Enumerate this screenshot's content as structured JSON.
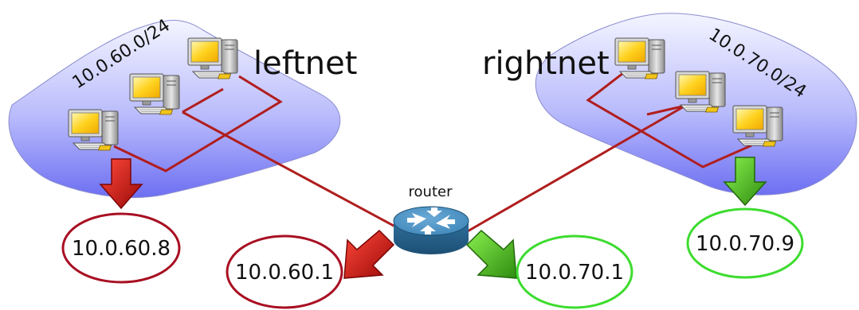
{
  "networks": {
    "left": {
      "name": "leftnet",
      "subnet": "10.0.60.0/24"
    },
    "right": {
      "name": "rightnet",
      "subnet": "10.0.70.0/24"
    }
  },
  "router": {
    "label": "router"
  },
  "addresses": {
    "left_host": "10.0.60.8",
    "router_left": "10.0.60.1",
    "router_right": "10.0.70.1",
    "right_host": "10.0.70.9"
  },
  "colors": {
    "cloud_top": "#f4f5ff",
    "cloud_bottom": "#6d6ff2",
    "wire": "#b01e1e",
    "red_ring": "#a80f22",
    "green_ring": "#3ddc2f",
    "red_arrow": "#c90d0d",
    "green_arrow": "#47b21d",
    "router_body": "#3d86b8"
  },
  "icons": {
    "workstation": "desktop-computer-icon",
    "router": "router-icon"
  }
}
